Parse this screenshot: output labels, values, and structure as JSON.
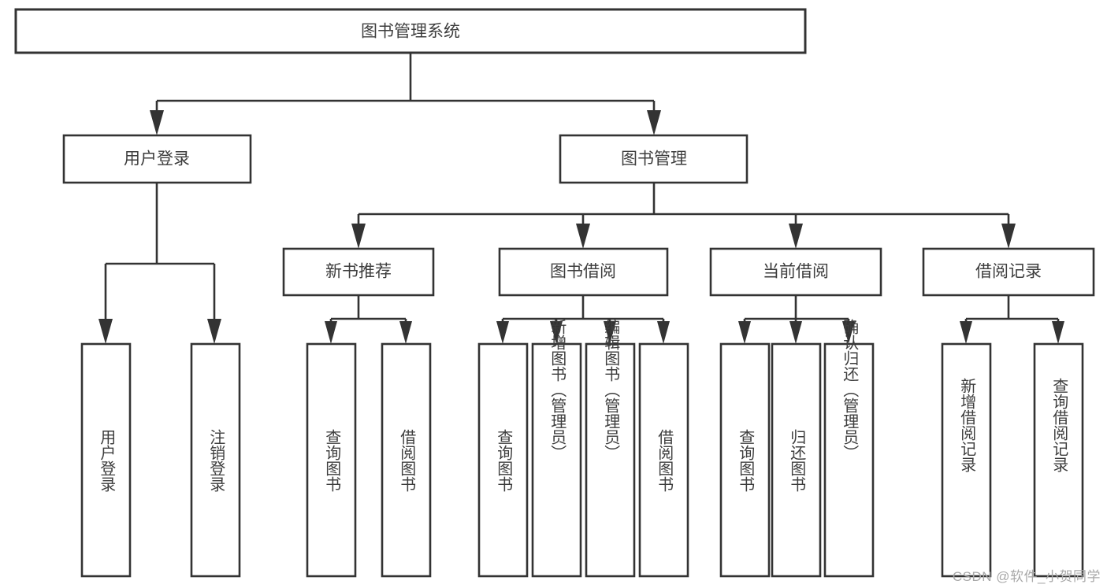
{
  "diagram": {
    "type": "tree-hierarchy",
    "title": "图书管理系统",
    "orientation": "top-down",
    "watermark": "CSDN @软件_小贺同学",
    "colors": {
      "box_stroke": "#333333",
      "box_fill": "#ffffff",
      "text": "#3d3d3d",
      "background": "#ffffff",
      "watermark": "#a8a8a8"
    },
    "nodes": {
      "root": {
        "label": "图书管理系统",
        "level": 0
      },
      "user_login": {
        "label": "用户登录",
        "level": 1
      },
      "book_mgmt": {
        "label": "图书管理",
        "level": 1
      },
      "new_book_rec": {
        "label": "新书推荐",
        "level": 2
      },
      "book_borrow": {
        "label": "图书借阅",
        "level": 2
      },
      "current_borrow": {
        "label": "当前借阅",
        "level": 2
      },
      "borrow_record": {
        "label": "借阅记录",
        "level": 2
      },
      "leaf_1": {
        "label": "用户登录",
        "level": 3
      },
      "leaf_2": {
        "label": "注销登录",
        "level": 3
      },
      "leaf_3": {
        "label": "查询图书",
        "level": 3
      },
      "leaf_4": {
        "label": "借阅图书",
        "level": 3
      },
      "leaf_5": {
        "label": "查询图书",
        "level": 3
      },
      "leaf_6": {
        "label": "新增图书（管理员）",
        "level": 3
      },
      "leaf_7": {
        "label": "编辑图书（管理员）",
        "level": 3
      },
      "leaf_8": {
        "label": "借阅图书",
        "level": 3
      },
      "leaf_9": {
        "label": "查询图书",
        "level": 3
      },
      "leaf_10": {
        "label": "归还图书",
        "level": 3
      },
      "leaf_11": {
        "label": "确认归还（管理员）",
        "level": 3
      },
      "leaf_12": {
        "label": "新增借阅记录",
        "level": 3
      },
      "leaf_13": {
        "label": "查询借阅记录",
        "level": 3
      }
    },
    "edges": [
      {
        "from": "root",
        "to": "user_login"
      },
      {
        "from": "root",
        "to": "book_mgmt"
      },
      {
        "from": "user_login",
        "to": "leaf_1"
      },
      {
        "from": "user_login",
        "to": "leaf_2"
      },
      {
        "from": "book_mgmt",
        "to": "new_book_rec"
      },
      {
        "from": "book_mgmt",
        "to": "book_borrow"
      },
      {
        "from": "book_mgmt",
        "to": "current_borrow"
      },
      {
        "from": "book_mgmt",
        "to": "borrow_record"
      },
      {
        "from": "new_book_rec",
        "to": "leaf_3"
      },
      {
        "from": "new_book_rec",
        "to": "leaf_4"
      },
      {
        "from": "book_borrow",
        "to": "leaf_5"
      },
      {
        "from": "book_borrow",
        "to": "leaf_6"
      },
      {
        "from": "book_borrow",
        "to": "leaf_7"
      },
      {
        "from": "book_borrow",
        "to": "leaf_8"
      },
      {
        "from": "current_borrow",
        "to": "leaf_9"
      },
      {
        "from": "current_borrow",
        "to": "leaf_10"
      },
      {
        "from": "current_borrow",
        "to": "leaf_11"
      },
      {
        "from": "borrow_record",
        "to": "leaf_12"
      },
      {
        "from": "borrow_record",
        "to": "leaf_13"
      }
    ]
  }
}
